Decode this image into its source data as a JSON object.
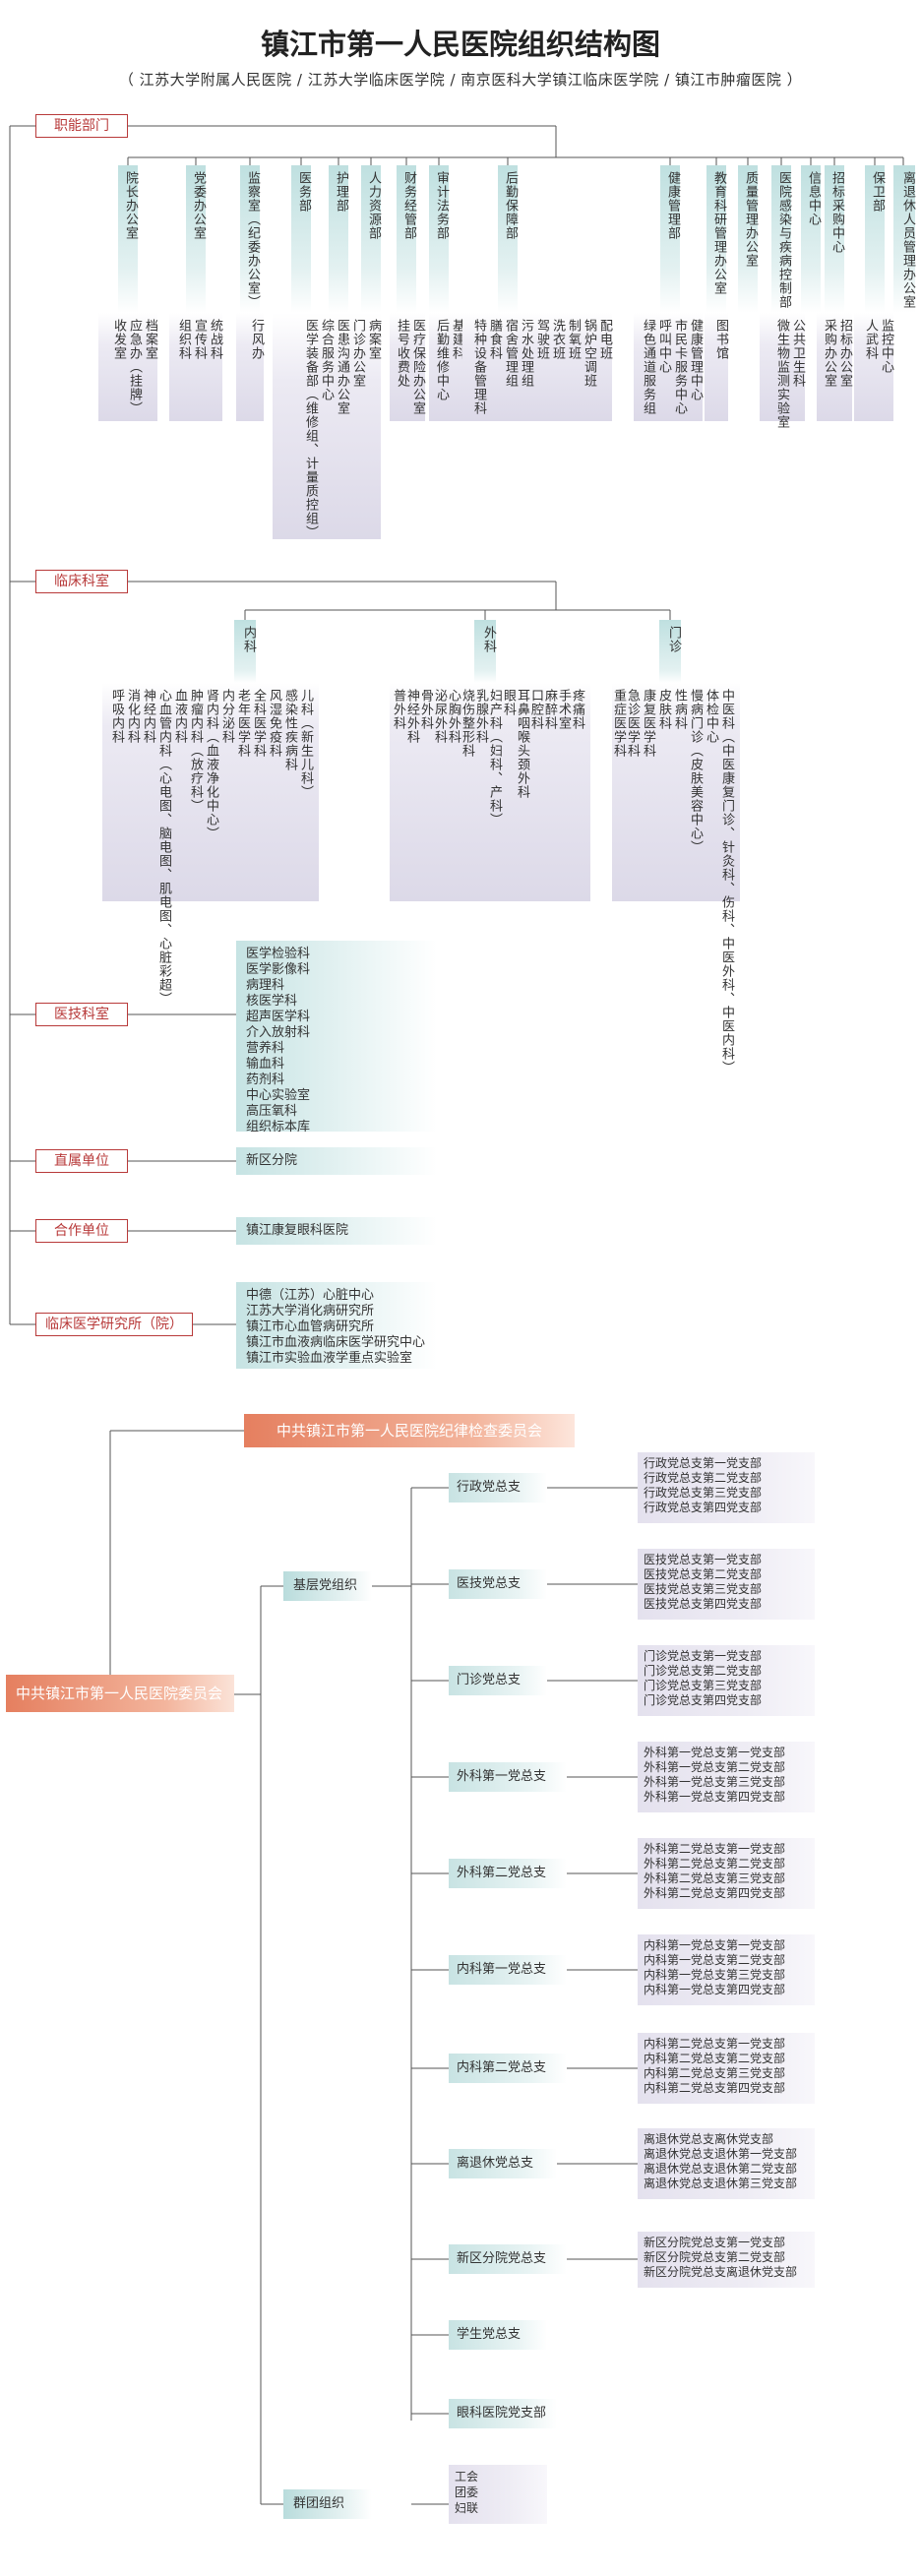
{
  "title": "镇江市第一人民医院组织结构图",
  "subtitle": "（ 江苏大学附属人民医院 / 江苏大学临床医学院 / 南京医科大学镇江临床医学院 / 镇江市肿瘤医院 ）",
  "sections": {
    "functional": "职能部门",
    "clinical": "临床科室",
    "medtech": "医技科室",
    "direct": "直属单位",
    "coop": "合作单位",
    "research": "临床医学研究所（院）"
  },
  "departments": [
    {
      "name": "院长办公室",
      "subs": [
        "档案室",
        "应急办（挂牌）",
        "收发室"
      ]
    },
    {
      "name": "党委办公室",
      "subs": [
        "统战科",
        "宣传科",
        "组织科"
      ]
    },
    {
      "name": "监察室（纪委办公室）",
      "subs": [
        "行风办"
      ]
    },
    {
      "name": "医务部",
      "subs": [
        "病案室",
        "门诊办公室",
        "医患沟通办公室"
      ]
    },
    {
      "name": "护理部",
      "subs": [
        "综合服务中心",
        "医学装备部（维修组、计量质控组）"
      ]
    },
    {
      "name": "人力资源部",
      "subs": []
    },
    {
      "name": "财务经管部",
      "subs": [
        "医疗保险办公室",
        "挂号收费处"
      ]
    },
    {
      "name": "审计法务部",
      "subs": [
        "基建科",
        "后勤维修中心"
      ]
    },
    {
      "name": "后勤保障部",
      "subs": [
        "配电班",
        "锅炉空调班",
        "制氧班",
        "洗衣班",
        "驾驶班",
        "污水处理组",
        "宿舍管理组",
        "膳食科",
        "特种设备管理科"
      ]
    },
    {
      "name": "健康管理部",
      "subs": [
        "健康管理中心",
        "市民卡服务中心",
        "呼叫中心",
        "绿色通道服务组"
      ]
    },
    {
      "name": "教育科研管理办公室",
      "subs": [
        "图书馆"
      ]
    },
    {
      "name": "质量管理办公室",
      "subs": []
    },
    {
      "name": "医院感染与疾病控制部",
      "subs": [
        "公共卫生科",
        "微生物监测实验室"
      ]
    },
    {
      "name": "信息中心",
      "subs": []
    },
    {
      "name": "招标采购中心",
      "subs": [
        "招标办公室",
        "采购办公室"
      ]
    },
    {
      "name": "保卫部",
      "subs": [
        "监控中心",
        "人武科"
      ]
    },
    {
      "name": "离退休人员管理办公室",
      "subs": []
    }
  ],
  "clinical": [
    {
      "name": "内科",
      "subs": [
        "呼吸内科",
        "消化内科",
        "神经内科",
        "心血管内科（心电图、脑电图、肌电图、心脏彩超）",
        "血液内科",
        "肿瘤内科（放疗科）",
        "肾内科（血液净化中心）",
        "内分泌科",
        "老年医学科",
        "全科医学科",
        "风湿免疫科",
        "感染性疾病科",
        "儿科（新生儿科）"
      ]
    },
    {
      "name": "外科",
      "subs": [
        "普外科",
        "神经外科",
        "骨外科",
        "泌尿外科",
        "心胸外科",
        "烧伤整形科",
        "乳腺外科",
        "妇产科（妇科、产科）",
        "眼科",
        "耳鼻咽喉头颈外科",
        "口腔科",
        "麻醉科",
        "手术室",
        "疼痛科"
      ]
    },
    {
      "name": "门诊",
      "subs": [
        "重症医学科",
        "急诊医学科",
        "康复医学科",
        "皮肤科",
        "性病科",
        "慢病门诊（皮肤美容中心）",
        "体检中心",
        "中医科（中医康复门诊、针灸科、伤科、中医外科、中医内科）"
      ]
    }
  ],
  "medtech": "医学检验科\n医学影像科\n病理科\n核医学科\n超声医学科\n介入放射科\n营养科\n输血科\n药剂科\n中心实验室\n高压氧科\n组织标本库",
  "direct": "新区分院",
  "coop": "镇江康复眼科医院",
  "research": "中德（江苏）心脏中心\n江苏大学消化病研究所\n镇江市心血管病研究所\n镇江市血液病临床医学研究中心\n镇江市实验血液学重点实验室",
  "party": {
    "main": "中共镇江市第一人民医院委员会",
    "jiwei": "中共镇江市第一人民医院纪律检查委员会",
    "jiceng": "基层党组织",
    "quntuan": "群团组织",
    "quntuan_items": "工会\n团委\n妇联",
    "zongzhi": [
      {
        "name": "行政党总支",
        "branches": "行政党总支第一党支部\n行政党总支第二党支部\n行政党总支第三党支部\n行政党总支第四党支部"
      },
      {
        "name": "医技党总支",
        "branches": "医技党总支第一党支部\n医技党总支第二党支部\n医技党总支第三党支部\n医技党总支第四党支部"
      },
      {
        "name": "门诊党总支",
        "branches": "门诊党总支第一党支部\n门诊党总支第二党支部\n门诊党总支第三党支部\n门诊党总支第四党支部"
      },
      {
        "name": "外科第一党总支",
        "branches": "外科第一党总支第一党支部\n外科第一党总支第二党支部\n外科第一党总支第三党支部\n外科第一党总支第四党支部"
      },
      {
        "name": "外科第二党总支",
        "branches": "外科第二党总支第一党支部\n外科第二党总支第二党支部\n外科第二党总支第三党支部\n外科第二党总支第四党支部"
      },
      {
        "name": "内科第一党总支",
        "branches": "内科第一党总支第一党支部\n内科第一党总支第二党支部\n内科第一党总支第三党支部\n内科第一党总支第四党支部"
      },
      {
        "name": "内科第二党总支",
        "branches": "内科第二党总支第一党支部\n内科第二党总支第二党支部\n内科第二党总支第三党支部\n内科第二党总支第四党支部"
      },
      {
        "name": "离退休党总支",
        "branches": "离退休党总支离休党支部\n离退休党总支退休第一党支部\n离退休党总支退休第二党支部\n离退休党总支退休第三党支部"
      },
      {
        "name": "新区分院党总支",
        "branches": "新区分院党总支第一党支部\n新区分院党总支第二党支部\n新区分院党总支离退休党支部"
      },
      {
        "name": "学生党总支",
        "branches": ""
      },
      {
        "name": "眼科医院党支部",
        "branches": ""
      }
    ]
  }
}
